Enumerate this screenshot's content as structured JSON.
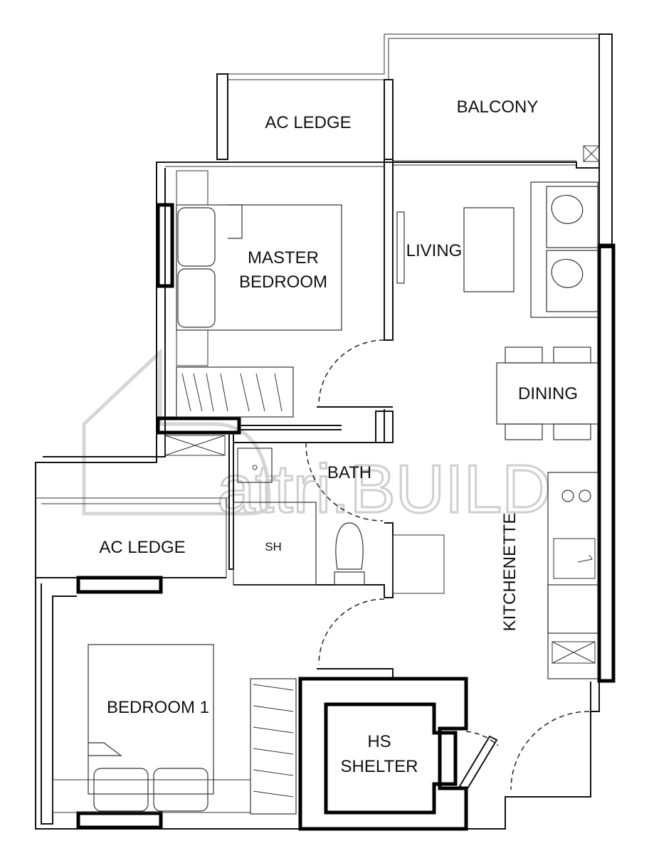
{
  "rooms": {
    "ac_ledge_top": "AC LEDGE",
    "balcony": "BALCONY",
    "living": "LIVING",
    "master_bedroom_line1": "MASTER",
    "master_bedroom_line2": "BEDROOM",
    "dining": "DINING",
    "bath": "BATH",
    "ac_ledge_left": "AC LEDGE",
    "shower": "SH",
    "kitchenette": "KITCHENETTE",
    "bedroom1": "BEDROOM 1",
    "shelter_line1": "HS",
    "shelter_line2": "SHELTER"
  },
  "watermark": {
    "text": "attri.BUILD"
  }
}
